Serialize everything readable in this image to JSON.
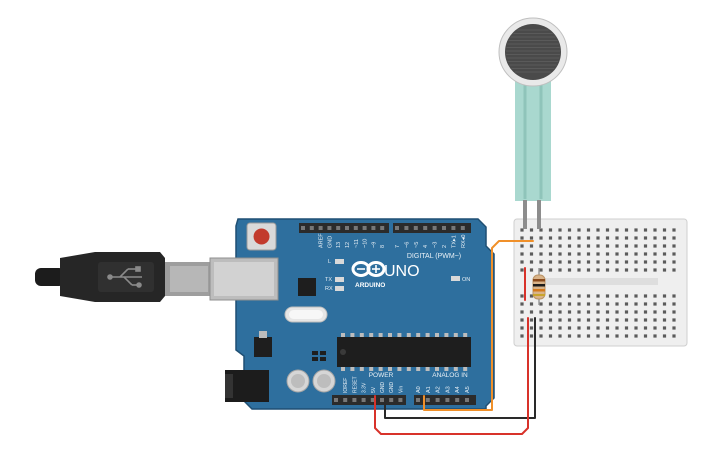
{
  "board": {
    "brand": "ARDUINO",
    "model": "UNO",
    "digital_label": "DIGITAL (PWM~)",
    "digital_pins": [
      "AREF",
      "GND",
      "13",
      "12",
      "~11",
      "~10",
      "~9",
      "8",
      "7",
      "~6",
      "~5",
      "4",
      "~3",
      "2",
      "TX▸1",
      "RX◂0"
    ],
    "power_label": "POWER",
    "power_pins": [
      "IOREF",
      "RESET",
      "3.3V",
      "5V",
      "GND",
      "GND",
      "Vin"
    ],
    "analog_label": "ANALOG IN",
    "analog_pins": [
      "A0",
      "A1",
      "A2",
      "A3",
      "A4",
      "A5"
    ],
    "led_labels": {
      "l": "L",
      "tx": "TX",
      "rx": "RX",
      "on": "ON"
    }
  },
  "colors": {
    "board": "#2e6f9e",
    "board_edge": "#1f4f73",
    "header": "#2b2b2b",
    "breadboard": "#efefef",
    "wire_orange": "#f0902a",
    "wire_black": "#2a2a2a",
    "wire_red": "#d8322a",
    "sensor_tail": "#a9d8cf"
  },
  "components": {
    "usb_cable": "usb-b-cable",
    "sensor": "force-sensing-resistor",
    "resistor": "resistor",
    "breadboard": "mini-breadboard"
  }
}
